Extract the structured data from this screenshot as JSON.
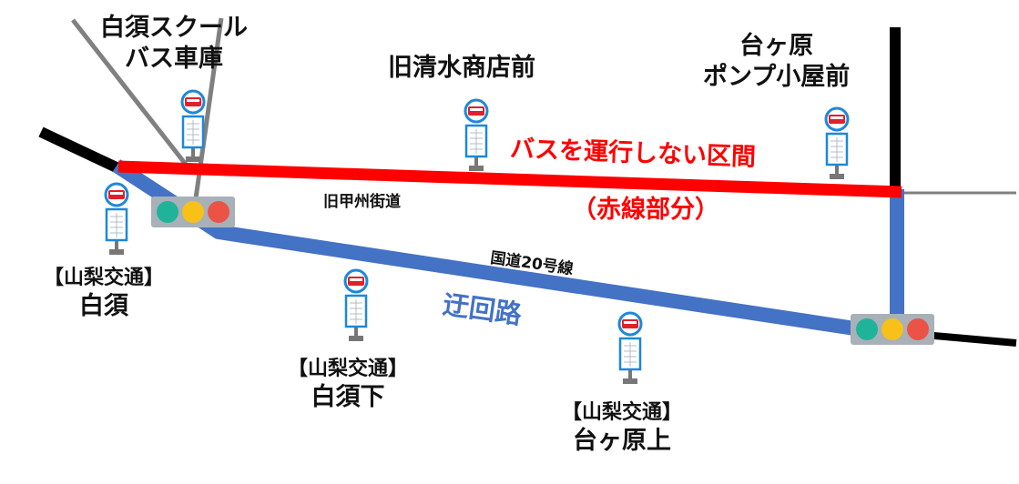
{
  "colors": {
    "closed_section": "#ff0000",
    "detour": "#4472c4",
    "main_road": "#000000",
    "side_road": "#808080"
  },
  "stops": {
    "shirasu_school": [
      "白須スクール",
      "バス車庫"
    ],
    "old_shimizu": "旧清水商店前",
    "daigahara_pump": [
      "台ヶ原",
      "ポンプ小屋前"
    ],
    "shirasu": [
      "【山梨交通】",
      "白須"
    ],
    "shirasu_shita": [
      "【山梨交通】",
      "白須下"
    ],
    "daigahara_kami": [
      "【山梨交通】",
      "台ヶ原上"
    ]
  },
  "roads": {
    "old_koshu": "旧甲州街道",
    "route20": "国道20号線"
  },
  "notes": {
    "closed": "バスを運行しない区間",
    "closed_sub": "（赤線部分）",
    "detour": "迂回路"
  }
}
